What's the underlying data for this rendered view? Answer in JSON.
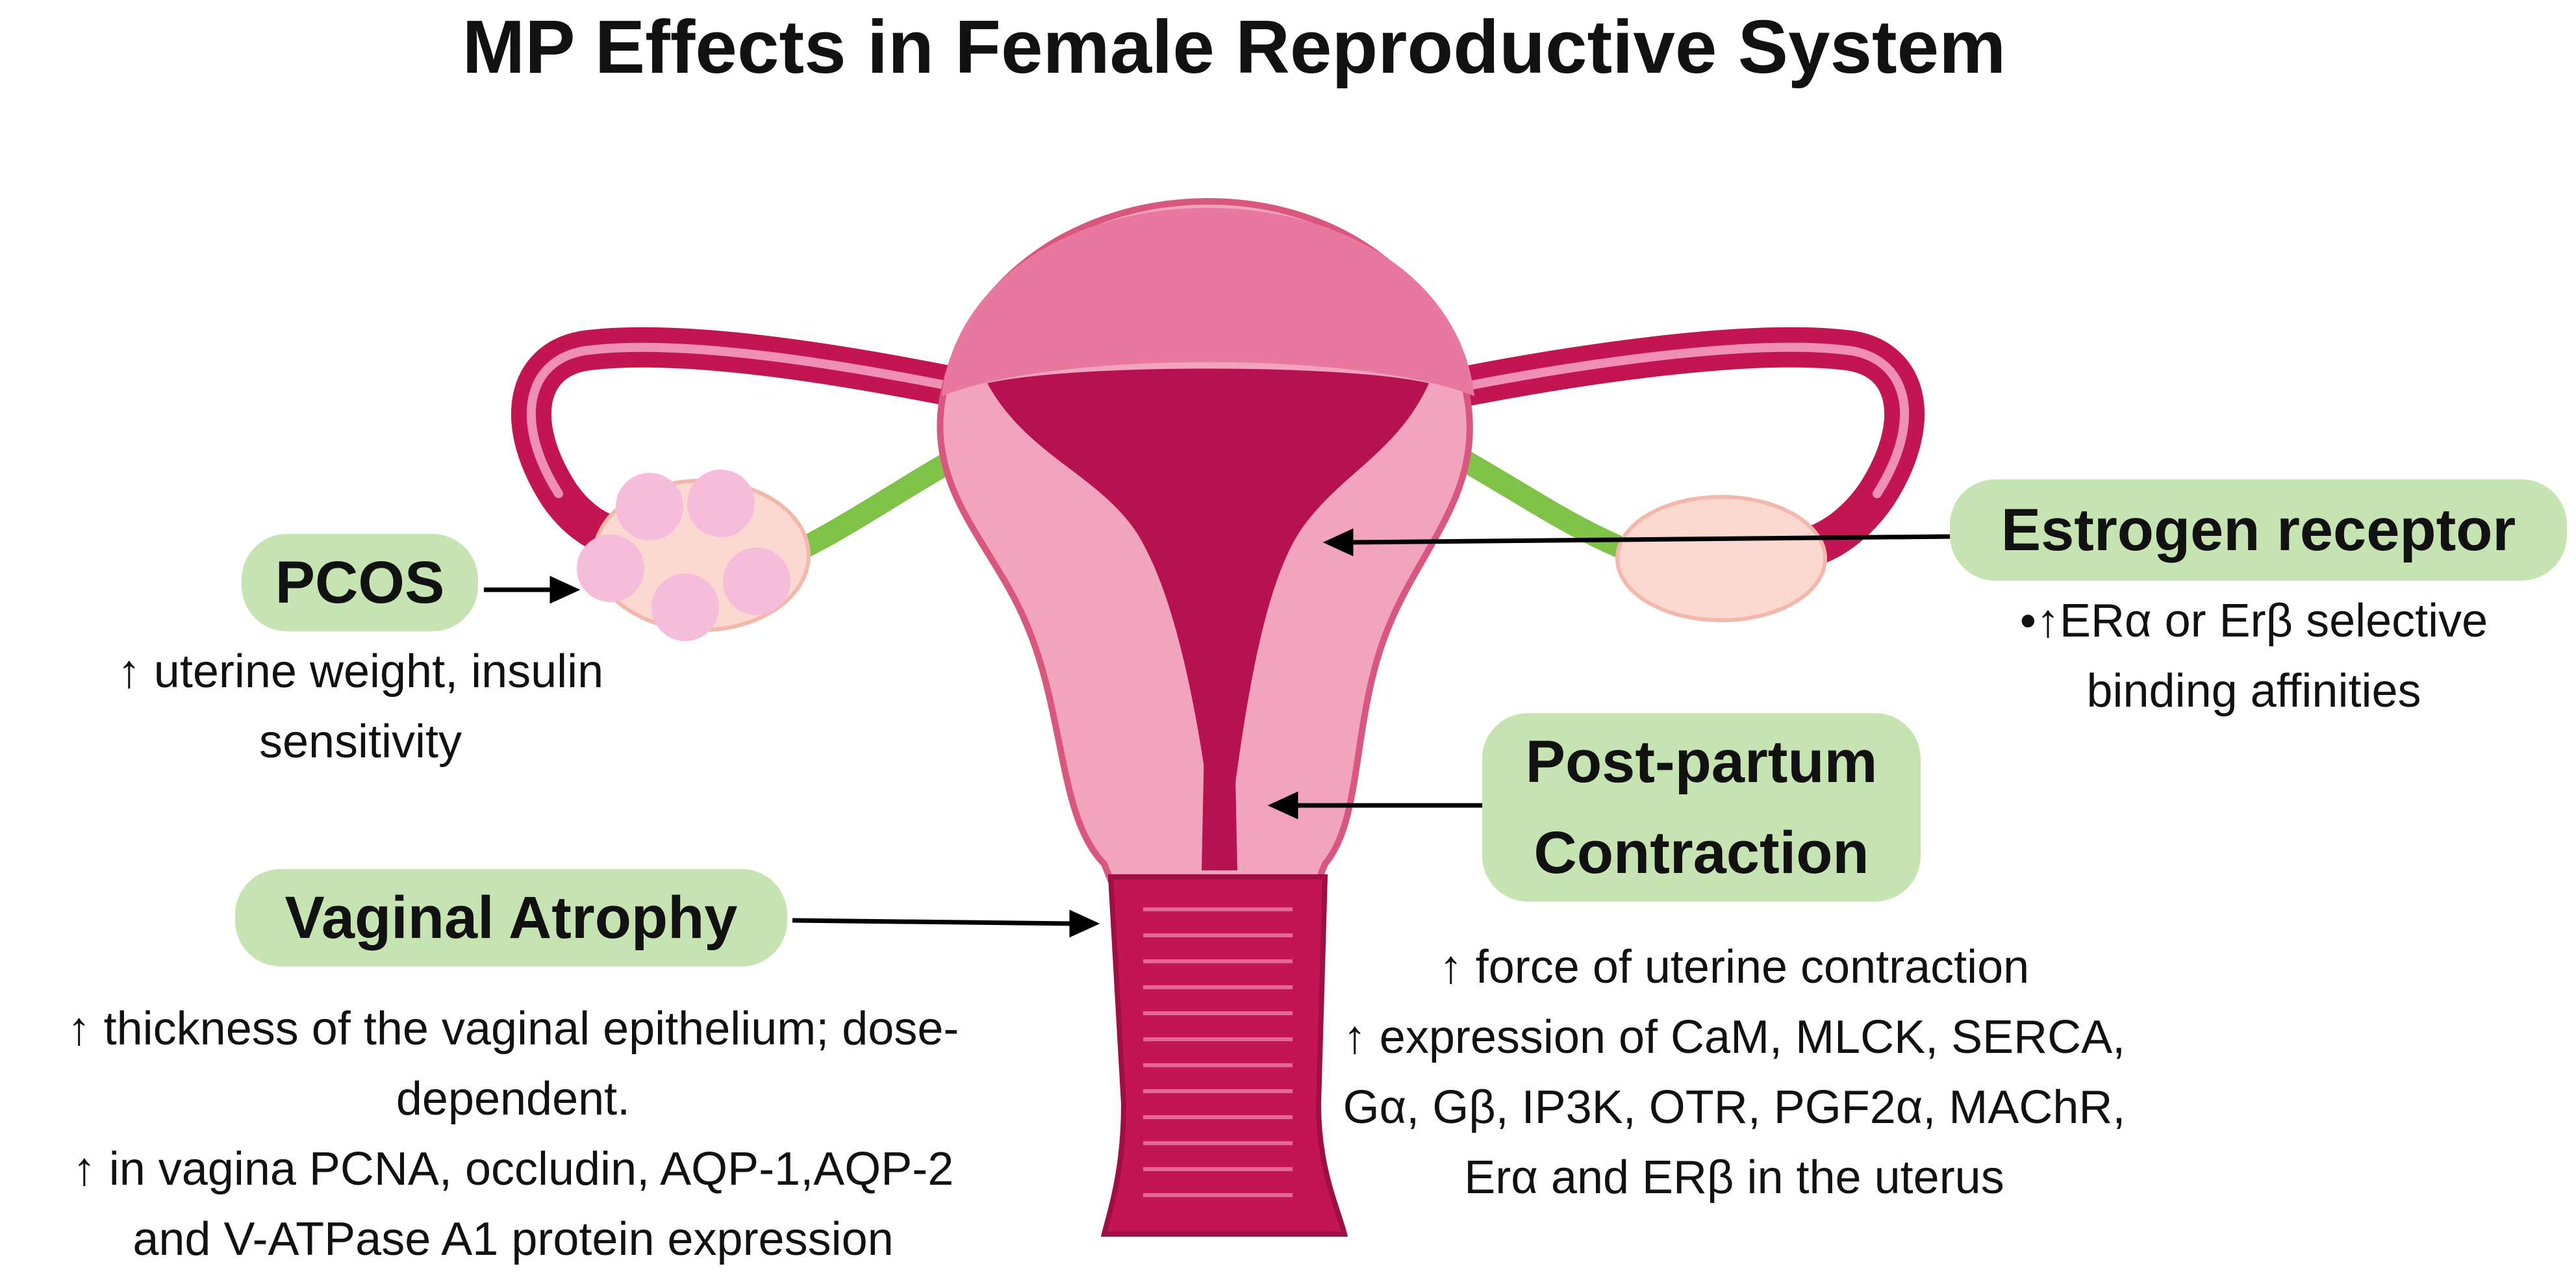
{
  "title": "MP Effects in Female Reproductive System",
  "labels": {
    "pcos": {
      "heading": "PCOS",
      "lines": [
        "↑ uterine weight, insulin",
        "sensitivity"
      ]
    },
    "estrogen_receptor": {
      "heading": "Estrogen receptor",
      "lines": [
        "•↑ERα or Erβ selective",
        "binding affinities"
      ]
    },
    "post_partum": {
      "heading_lines": [
        "Post-partum",
        "Contraction"
      ],
      "lines": [
        "↑ force of uterine contraction",
        "↑ expression of CaM, MLCK, SERCA,",
        "Gα, Gβ, IP3K, OTR, PGF2α, MAChR,",
        "Erα and ERβ in the uterus"
      ]
    },
    "vaginal_atrophy": {
      "heading": "Vaginal Atrophy",
      "lines": [
        "↑ thickness of the vaginal epithelium; dose-",
        "dependent.",
        "↑ in vagina PCNA, occludin, AQP-1,AQP-2",
        "and V-ATPase A1 protein expression"
      ]
    }
  },
  "colors": {
    "label_bg": "#c5e4b2",
    "uterus_outer": "#f2a3bd",
    "uterus_inner": "#b5124f",
    "tube": "#c21552",
    "ligament": "#7ec247",
    "ovary": "#fbd8d0",
    "follicle": "#f5bcdc"
  }
}
